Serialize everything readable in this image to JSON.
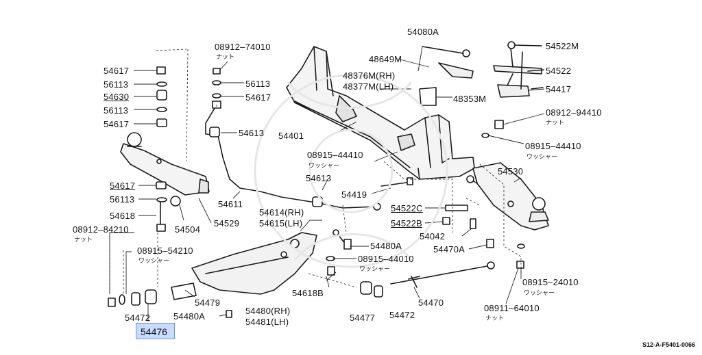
{
  "labels": [
    {
      "id": "p08912-74010",
      "text": "08912–74010"
    },
    {
      "id": "nut-1",
      "text": "ナット"
    },
    {
      "id": "p56113-r1",
      "text": "56113"
    },
    {
      "id": "p54617-r1",
      "text": "54617"
    },
    {
      "id": "p54613",
      "text": "54613"
    },
    {
      "id": "p54617-l1",
      "text": "54617"
    },
    {
      "id": "p56113-l1",
      "text": "56113"
    },
    {
      "id": "p54630",
      "text": "54630"
    },
    {
      "id": "p56113-l2",
      "text": "56113"
    },
    {
      "id": "p54617-l2",
      "text": "54617"
    },
    {
      "id": "p54080A",
      "text": "54080A"
    },
    {
      "id": "p48649M",
      "text": "48649M"
    },
    {
      "id": "p48376M",
      "text": "48376M(RH)"
    },
    {
      "id": "p48377M",
      "text": "48377M(LH)"
    },
    {
      "id": "p48353M",
      "text": "48353M"
    },
    {
      "id": "p54401",
      "text": "54401"
    },
    {
      "id": "p54522M",
      "text": "54522M"
    },
    {
      "id": "p54522",
      "text": "54522"
    },
    {
      "id": "p54417",
      "text": "54417"
    },
    {
      "id": "p08912-94410",
      "text": "08912–94410"
    },
    {
      "id": "nut-2",
      "text": "ナット"
    },
    {
      "id": "p08915-44410-r",
      "text": "08915–44410"
    },
    {
      "id": "washer-r",
      "text": "ワッシャー"
    },
    {
      "id": "p08915-44410-c",
      "text": "08915–44410"
    },
    {
      "id": "washer-c",
      "text": "ワッシャー"
    },
    {
      "id": "p54613-c",
      "text": "54613"
    },
    {
      "id": "p54419",
      "text": "54419"
    },
    {
      "id": "p54530",
      "text": "54530"
    },
    {
      "id": "p54617-l3",
      "text": "54617"
    },
    {
      "id": "p56113-l3",
      "text": "56113"
    },
    {
      "id": "p54618",
      "text": "54618"
    },
    {
      "id": "p54504",
      "text": "54504"
    },
    {
      "id": "p54611",
      "text": "54611"
    },
    {
      "id": "p54529",
      "text": "54529"
    },
    {
      "id": "p54614",
      "text": "54614(RH)"
    },
    {
      "id": "p54615",
      "text": "54615(LH)"
    },
    {
      "id": "p54522C",
      "text": "54522C"
    },
    {
      "id": "p54522B",
      "text": "54522B"
    },
    {
      "id": "p08912-84210",
      "text": "08912–84210"
    },
    {
      "id": "nut-3",
      "text": "ナット"
    },
    {
      "id": "p54480A-c",
      "text": "54480A"
    },
    {
      "id": "p54042",
      "text": "54042"
    },
    {
      "id": "p08915-54210",
      "text": "08915–54210"
    },
    {
      "id": "washer-l",
      "text": "ワッシャー"
    },
    {
      "id": "p08915-44010",
      "text": "08915–44010"
    },
    {
      "id": "washer-c2",
      "text": "ワッシャー"
    },
    {
      "id": "p54470A",
      "text": "54470A"
    },
    {
      "id": "p54618B",
      "text": "54618B"
    },
    {
      "id": "p08915-24010",
      "text": "08915–24010"
    },
    {
      "id": "washer-r2",
      "text": "ワッシャー"
    },
    {
      "id": "p54479",
      "text": "54479"
    },
    {
      "id": "p54470",
      "text": "54470"
    },
    {
      "id": "p08911-64010",
      "text": "08911–64010"
    },
    {
      "id": "nut-4",
      "text": "ナット"
    },
    {
      "id": "p54472-l",
      "text": "54472"
    },
    {
      "id": "p54480A-l",
      "text": "54480A"
    },
    {
      "id": "p54480",
      "text": "54480(RH)"
    },
    {
      "id": "p54481",
      "text": "54481(LH)"
    },
    {
      "id": "p54477",
      "text": "54477"
    },
    {
      "id": "p54472-r",
      "text": "54472"
    }
  ],
  "highlight": {
    "text": "54476",
    "color": "#c8dcff"
  },
  "diagram_code": "S12-A-F5401-0066"
}
